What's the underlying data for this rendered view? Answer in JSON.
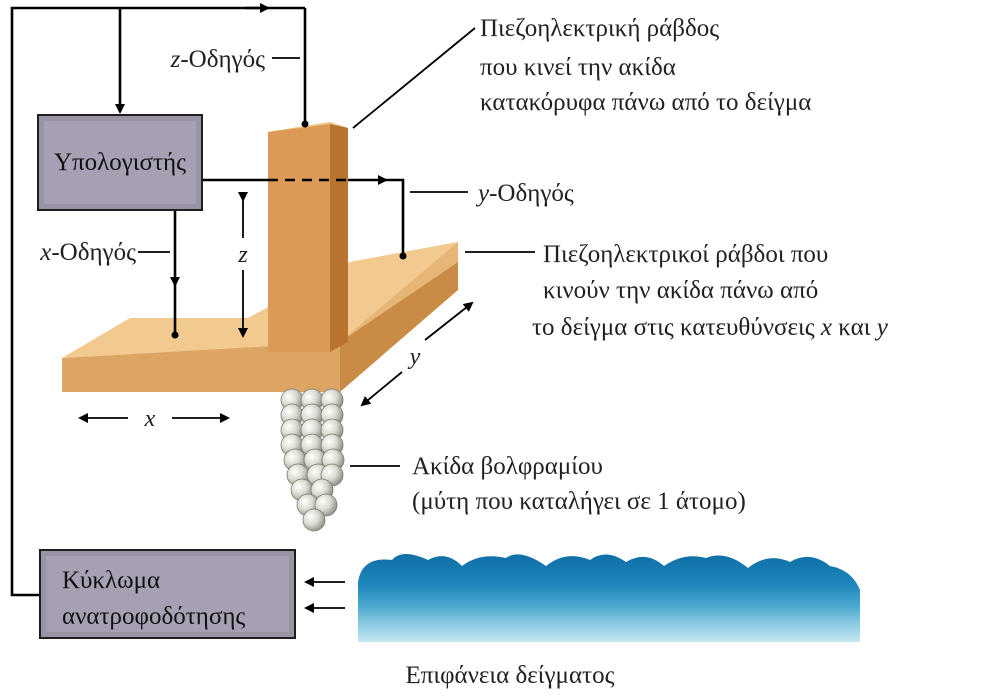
{
  "computer": {
    "label": "Υπολογιστής"
  },
  "feedback": {
    "line1": "Κύκλωμα",
    "line2": "ανατροφοδότησης"
  },
  "drives": {
    "z": {
      "var": "z",
      "text": "-Οδηγός"
    },
    "y": {
      "var": "y",
      "text": "-Οδηγός"
    },
    "x": {
      "var": "x",
      "text": "-Οδηγός"
    }
  },
  "axes": {
    "z": "z",
    "x": "x",
    "y": "y"
  },
  "piezo_rod": {
    "line1": "Πιεζοηλεκτρική ράβδος",
    "line2": "που κινεί την ακίδα",
    "line3": "κατακόρυφα πάνω από το δείγμα"
  },
  "piezo_rods_xy": {
    "line1": "Πιεζοηλεκτρικοί ράβδοι που",
    "line2": "κινούν την ακίδα πάνω από",
    "line3_prefix": "το δείγμα στις κατευθύνσεις",
    "line3_x": "x",
    "line3_and": "και",
    "line3_y": "y"
  },
  "tip": {
    "line1": "Ακίδα βολφραμίου",
    "line2": "(μύτη που καταλήγει σε 1 άτομο)"
  },
  "surface": {
    "label": "Επιφάνεια δείγματος"
  },
  "colors": {
    "box_fill": "#9a93a6",
    "wood_top": "#f2c98e",
    "wood_front": "#dda564",
    "rod_front": "#d99552",
    "rod_side": "#b8742f",
    "sphere": "#d8d8d0",
    "surface_top": "#1278ad",
    "surface_bottom": "#bfe3ef"
  }
}
